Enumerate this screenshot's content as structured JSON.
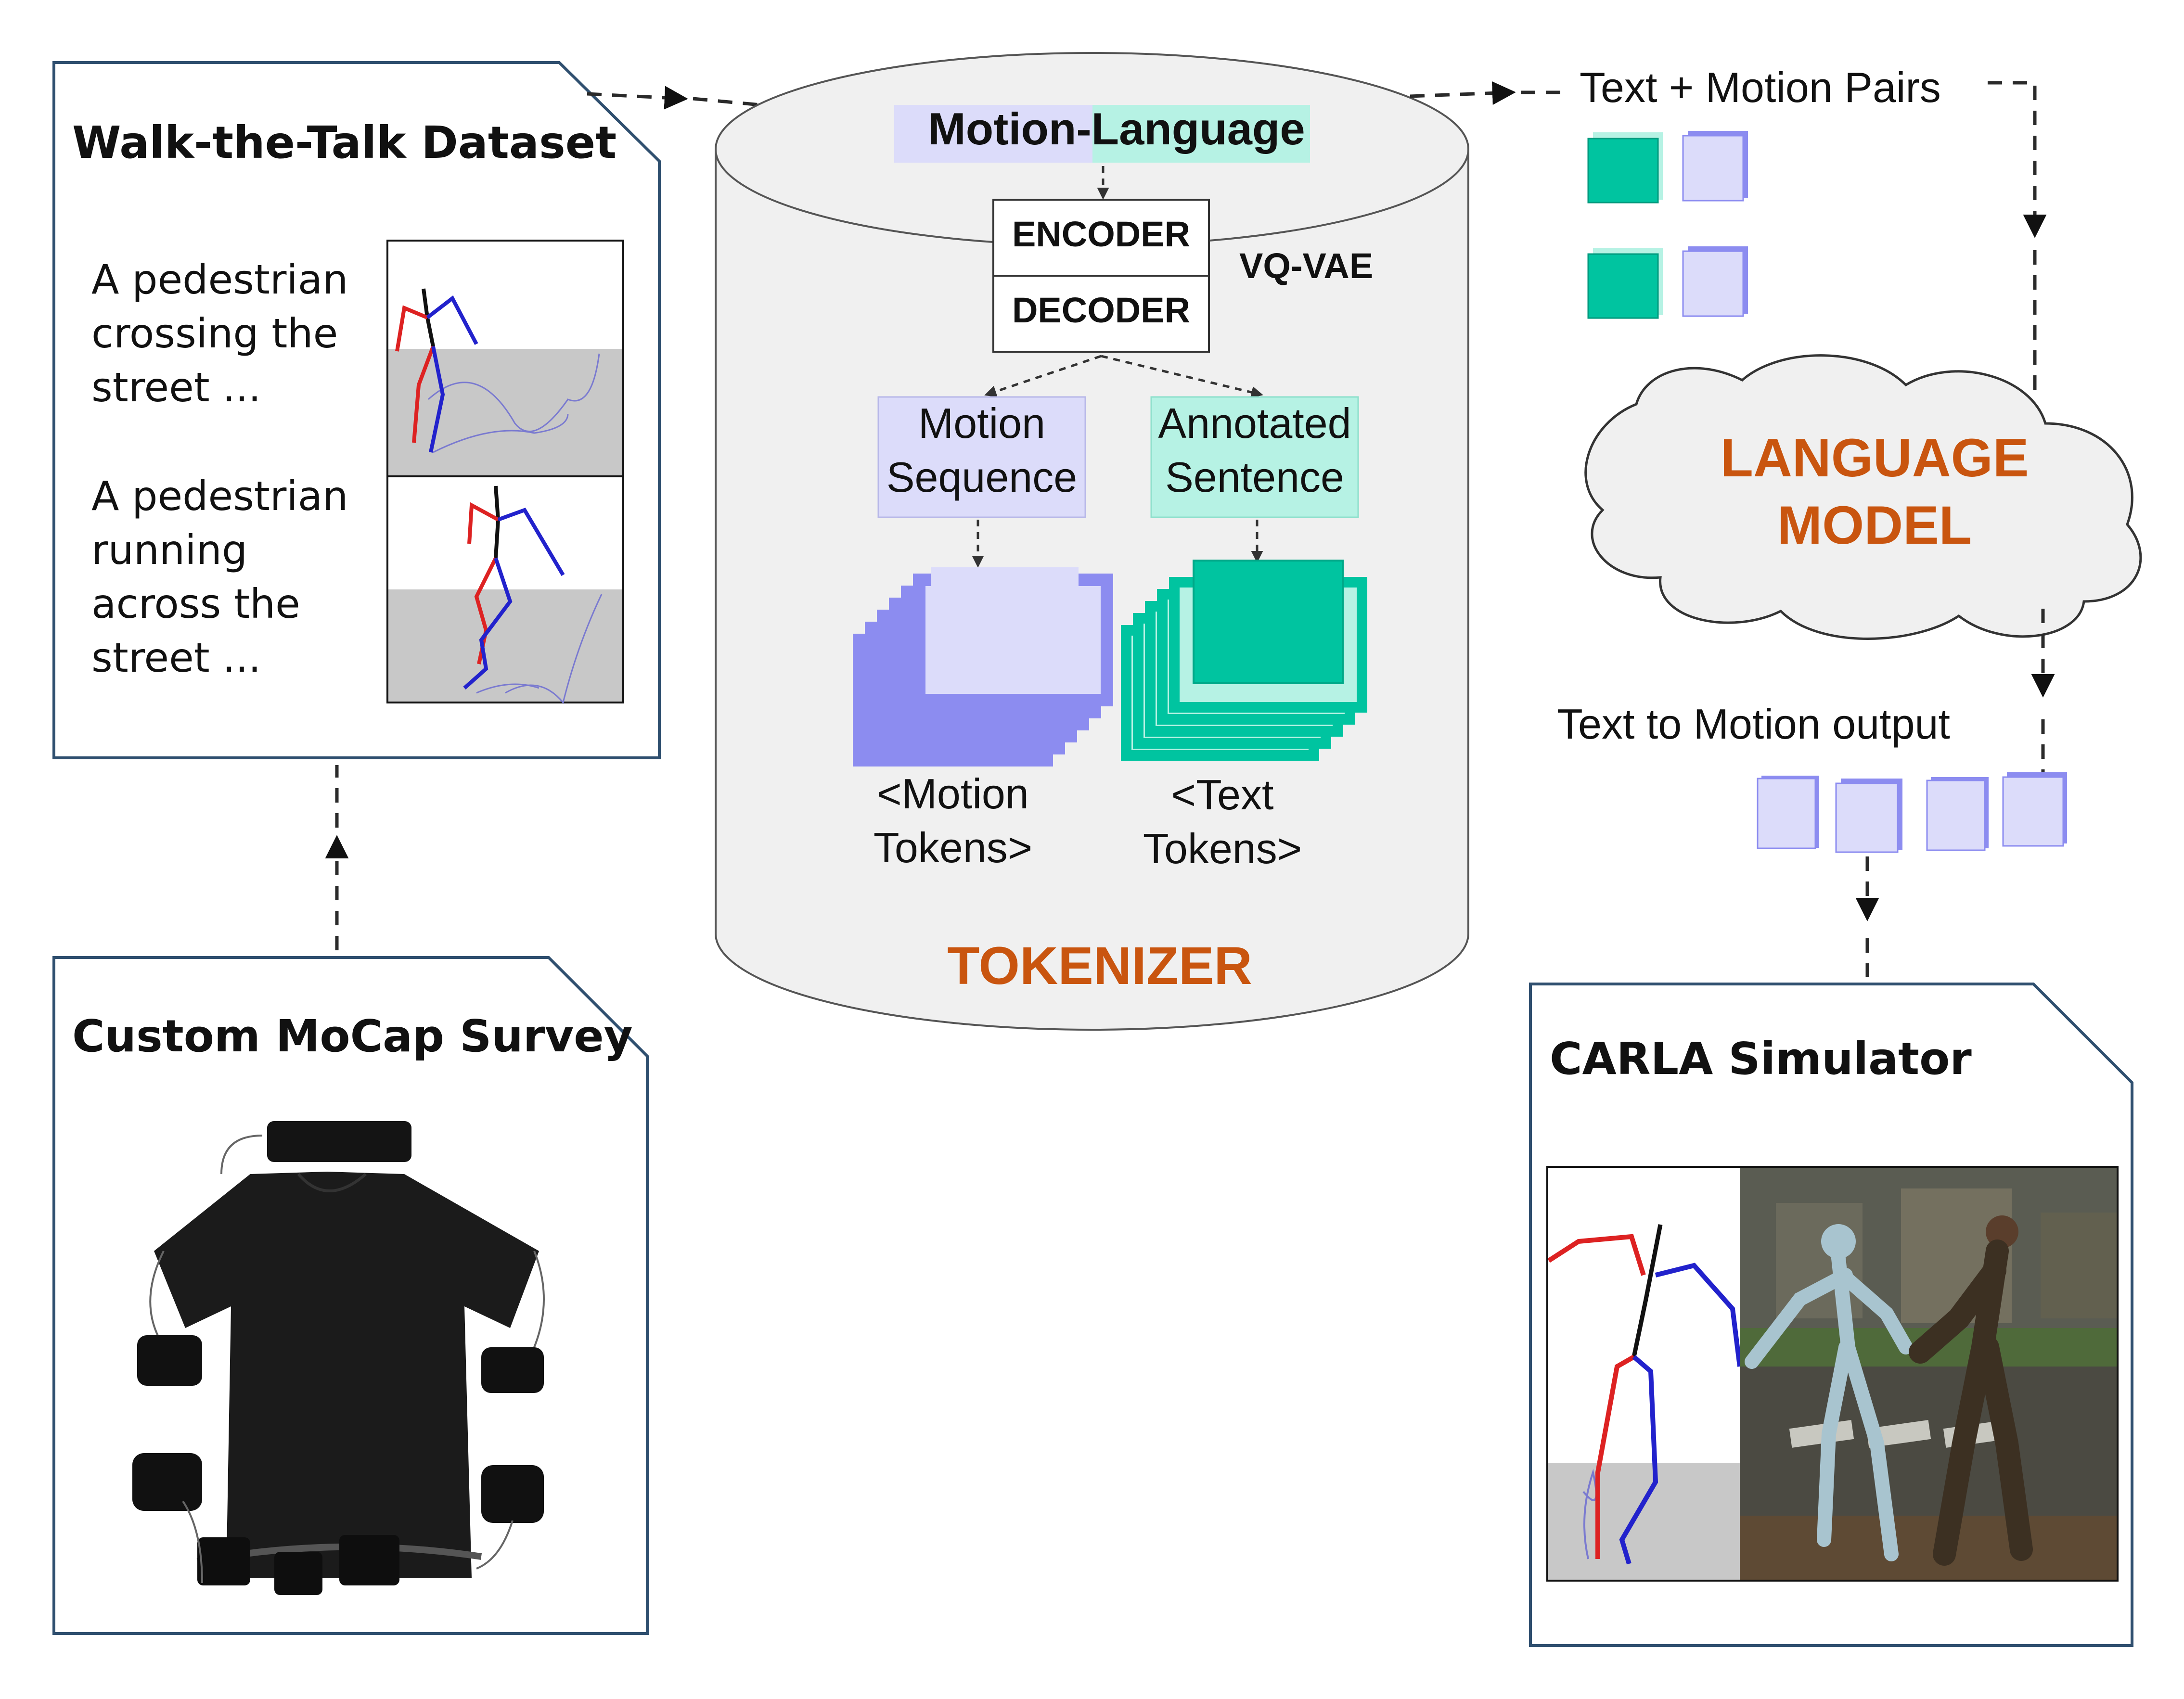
{
  "dataset_panel": {
    "title": "Walk-the-Talk Dataset",
    "caption_1": [
      "A pedestrian",
      "crossing the",
      "street ..."
    ],
    "caption_2": [
      "A pedestrian",
      "running",
      "across the",
      "street ..."
    ]
  },
  "mocap_panel": {
    "title": "Custom MoCap Survey"
  },
  "tokenizer": {
    "header_part1": "Motion-",
    "header_part2": "Language",
    "encoder": "ENCODER",
    "decoder": "DECODER",
    "vqvae": "VQ-VAE",
    "motion_sequence": [
      "Motion",
      "Sequence"
    ],
    "annotated_sentence": [
      "Annotated",
      "Sentence"
    ],
    "motion_tokens": [
      "<Motion",
      "Tokens>"
    ],
    "text_tokens": [
      "<Text",
      "Tokens>"
    ],
    "footer": "TOKENIZER"
  },
  "pairs_label": "Text + Motion Pairs",
  "language_model": [
    "LANGUAGE",
    "MODEL"
  ],
  "output_label": "Text to Motion output",
  "carla_panel": {
    "title": "CARLA Simulator"
  },
  "colors": {
    "motion": "#dcdcfa",
    "motion_edge": "#8c8cf0",
    "text": "#b6f2e4",
    "teal": "#00c4a0",
    "accent": "#c9550f",
    "panel_border": "#2f4f6f"
  }
}
